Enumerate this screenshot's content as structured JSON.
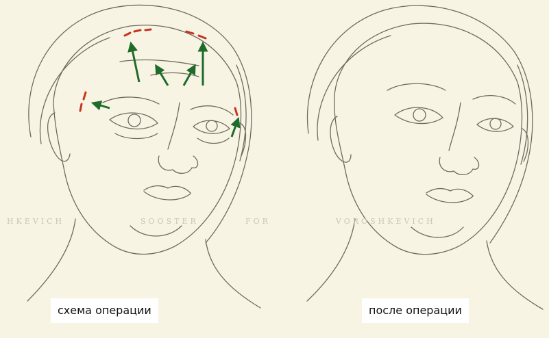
{
  "panels": [
    {
      "caption": "схема операции"
    },
    {
      "caption": "после операции"
    }
  ],
  "watermark": {
    "segments": [
      "HKEVICH",
      "SOOSTER",
      "FOR",
      "VOROSHKEVICH"
    ]
  },
  "colors": {
    "background": "#f7f4e4",
    "line": "#6f6a5e",
    "arrow": "#1e6b2a",
    "incision": "#c8321e",
    "caption_bg": "#ffffff"
  }
}
